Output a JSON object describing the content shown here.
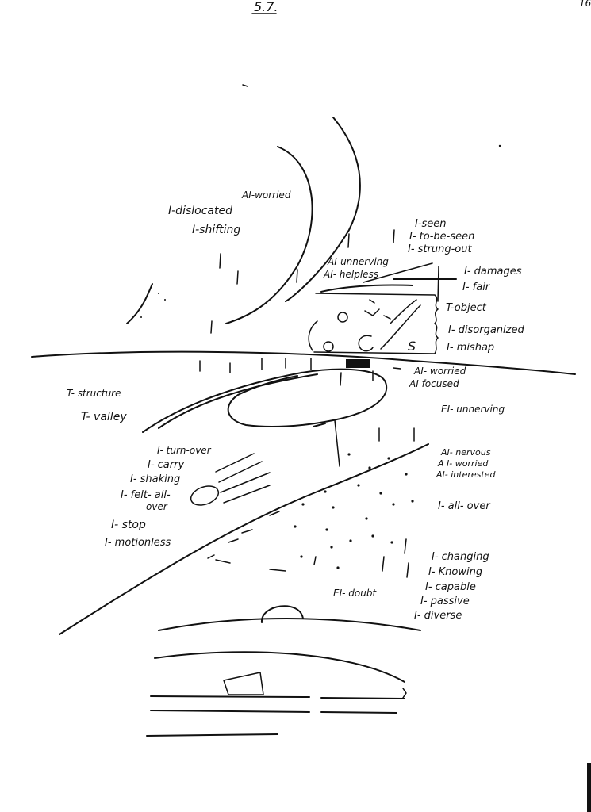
{
  "page": {
    "header_number": "5.7.",
    "corner_number": "16"
  },
  "labels": {
    "ai_worried_top": "AI-worried",
    "i_dislocated": "I-dislocated",
    "i_shifting": "I-shifting",
    "i_seen": "I-seen",
    "i_to_be_seen": "I- to-be-seen",
    "i_strung_out": "I- strung-out",
    "ai_unnerving": "AI-unnerving",
    "ai_helpless": "AI- helpless",
    "i_damages": "I- damages",
    "i_fair": "I- fair",
    "t_object": "T-object",
    "i_disorganized": "I- disorganized",
    "i_mishap": "I- mishap",
    "ai_worried_mid": "AI- worried",
    "ai_focused": "AI focused",
    "t_structure": "T- structure",
    "t_valley": "T- valley",
    "ei_unnerving": "EI- unnerving",
    "i_turn_over": "I- turn-over",
    "i_carry": "I- carry",
    "i_shaking": "I- shaking",
    "i_felt_all": "I- felt- all-",
    "over": "over",
    "i_stop": "I- stop",
    "i_motionless": "I- motionless",
    "ai_nervous": "AI- nervous",
    "ai_worried_low": "A I- worried",
    "ai_interested": "AI- interested",
    "i_all_over": "I- all- over",
    "i_changing": "I- changing",
    "i_knowing": "I- Knowing",
    "i_capable": "I- capable",
    "i_passive": "I- passive",
    "i_diverse": "I- diverse",
    "ei_doubt": "EI- doubt",
    "sketch_s": "S"
  }
}
